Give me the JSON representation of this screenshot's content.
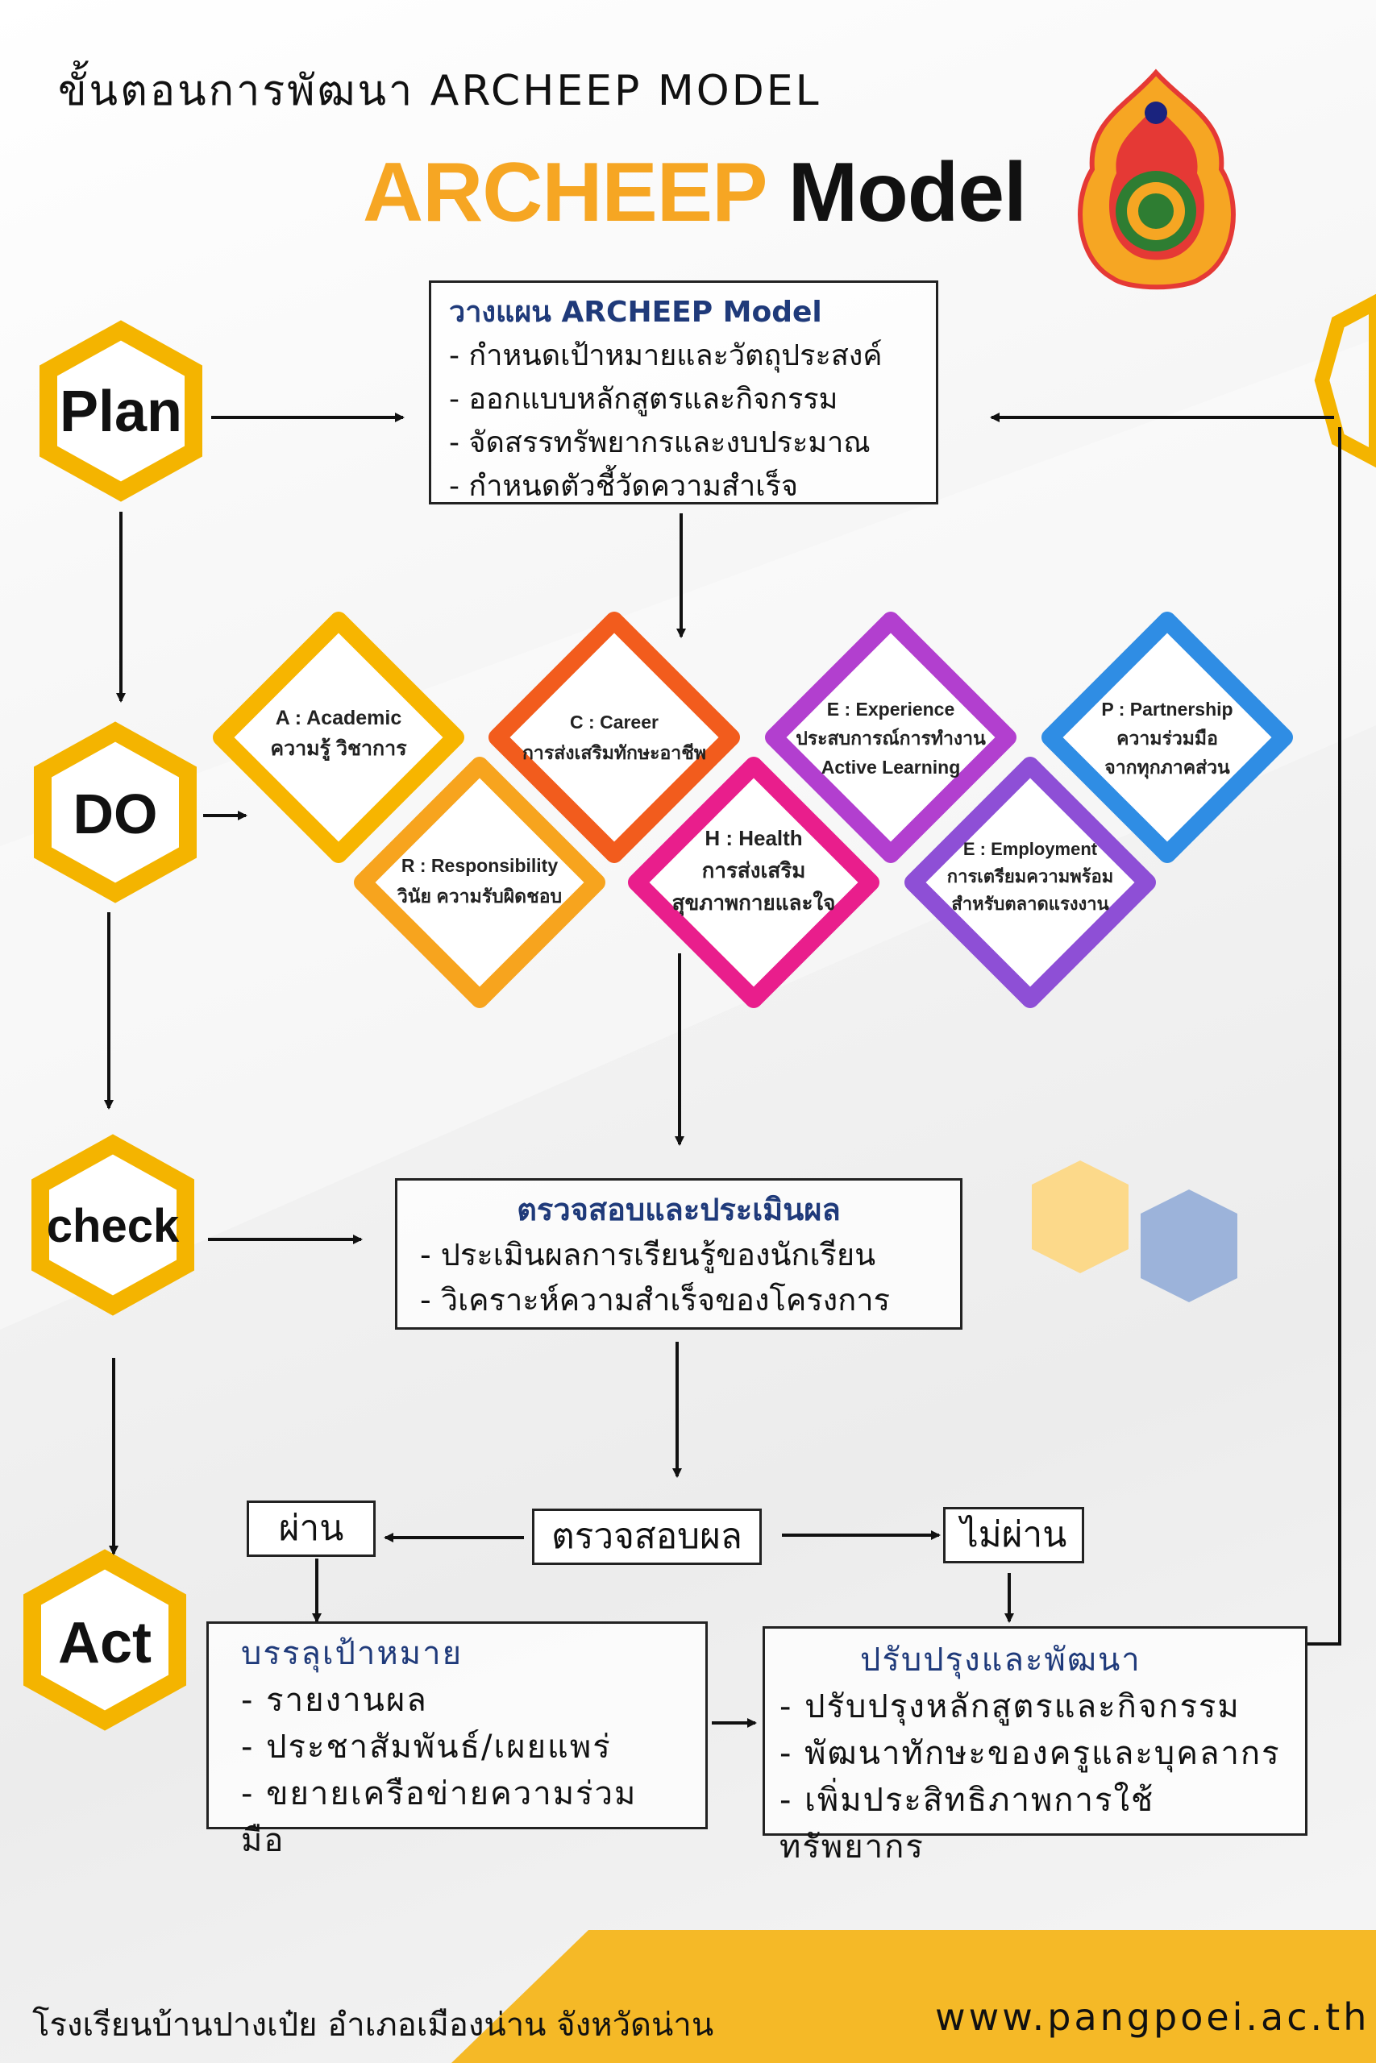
{
  "heading": "ขั้นตอนการพัฒนา ARCHEEP  MODEL",
  "title": {
    "part1": "ARCHEEP",
    "part2": "Model"
  },
  "emblem": {
    "name": "school-emblem",
    "colors": [
      "#e53935",
      "#f6a623",
      "#2e7d32",
      "#1a237e"
    ]
  },
  "phases": {
    "plan": "Plan",
    "do": "DO",
    "check": "check",
    "act": "Act"
  },
  "plan_box": {
    "title": "วางแผน ARCHEEP Model",
    "items": [
      "- กำหนดเป้าหมายและวัตถุประสงค์",
      "- ออกแบบหลักสูตรและกิจกรรม",
      "- จัดสรรทรัพยากรและงบประมาณ",
      "- กำหนดตัวชี้วัดความสำเร็จ"
    ]
  },
  "do_items": [
    {
      "line1": "A : Academic",
      "line2": "ความรู้ วิชาการ",
      "line3": "",
      "color": "#f7b500"
    },
    {
      "line1": "C : Career",
      "line2": "การส่งเสริมทักษะอาชีพ",
      "line3": "",
      "color": "#f25c1d"
    },
    {
      "line1": "E : Experience",
      "line2": "ประสบการณ์การทำงาน",
      "line3": "Active Learning",
      "color": "#b23fcf"
    },
    {
      "line1": "P : Partnership",
      "line2": "ความร่วมมือ",
      "line3": "จากทุกภาคส่วน",
      "color": "#2f8de4"
    },
    {
      "line1": "R : Responsibility",
      "line2": "วินัย ความรับผิดชอบ",
      "line3": "",
      "color": "#f7a41e"
    },
    {
      "line1": "H : Health",
      "line2": "การส่งเสริม",
      "line3": "สุขภาพกายและใจ",
      "color": "#e91e8c"
    },
    {
      "line1": "E : Employment",
      "line2": "การเตรียมความพร้อม",
      "line3": "สำหรับตลาดแรงงาน",
      "color": "#8e4fd6"
    }
  ],
  "check_box": {
    "title": "ตรวจสอบและประเมินผล",
    "items": [
      "- ประเมินผลการเรียนรู้ของนักเรียน",
      "- วิเคราะห์ความสำเร็จของโครงการ"
    ]
  },
  "decision": {
    "center": "ตรวจสอบผล",
    "pass": "ผ่าน",
    "fail": "ไม่ผ่าน"
  },
  "achieve_box": {
    "title": "บรรลุเป้าหมาย",
    "items": [
      "- รายงานผล",
      "- ประชาสัมพันธ์/เผยแพร่",
      "- ขยายเครือข่ายความร่วมมือ"
    ]
  },
  "improve_box": {
    "title": "ปรับปรุงและพัฒนา",
    "items": [
      "- ปรับปรุงหลักสูตรและกิจกรรม",
      "- พัฒนาทักษะของครูและบุคลากร",
      "- เพิ่มประสิทธิภาพการใช้ทรัพยากร"
    ]
  },
  "footer": {
    "school": "โรงเรียนบ้านปางเป๋ย  อำเภอเมืองน่าน จังหวัดน่าน",
    "website": "www.pangpoei.ac.th"
  },
  "colors": {
    "accent": "#f6a623",
    "hex_outline": "#f4b400",
    "footer_band": "#f5b927",
    "title_blue": "#1f3a7a",
    "deco_yellow": "#fcd98a",
    "deco_blue": "#9cb3da"
  }
}
